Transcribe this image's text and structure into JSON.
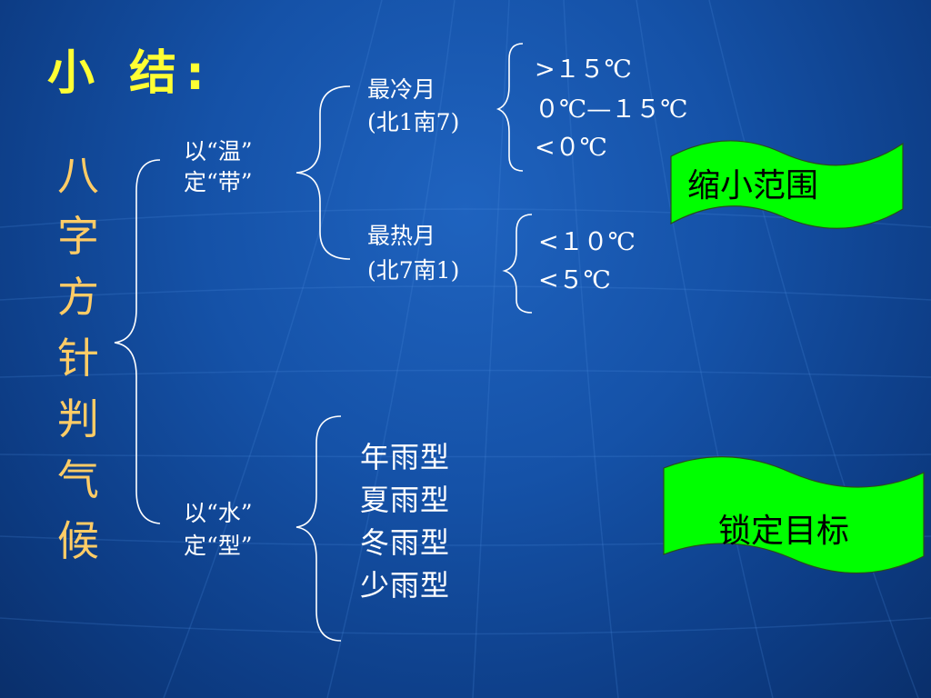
{
  "title": "小 结:",
  "vertical_chars": [
    "八",
    "字",
    "方",
    "针",
    "判",
    "气",
    "候"
  ],
  "temperature": {
    "label_line1": "以“温”",
    "label_line2": "定“带”",
    "coldest": {
      "line1": "最冷月",
      "line2": "(北1南7)",
      "values": [
        ">１５℃",
        "０℃—１５℃",
        "<０℃"
      ]
    },
    "hottest": {
      "line1": "最热月",
      "line2": "(北7南1)",
      "values": [
        "<１０℃",
        "<５℃"
      ]
    }
  },
  "precipitation": {
    "label_line1": "以“水”",
    "label_line2": "定“型”",
    "types": [
      "年雨型",
      "夏雨型",
      "冬雨型",
      "少雨型"
    ]
  },
  "tags": {
    "narrow": "缩小范围",
    "lock": "锁定目标"
  },
  "colors": {
    "background": "#1552a8",
    "title": "#ffff33",
    "vertical_text": "#ffcc66",
    "brace": "#ffffff",
    "tag_fill": "#00ff00"
  }
}
